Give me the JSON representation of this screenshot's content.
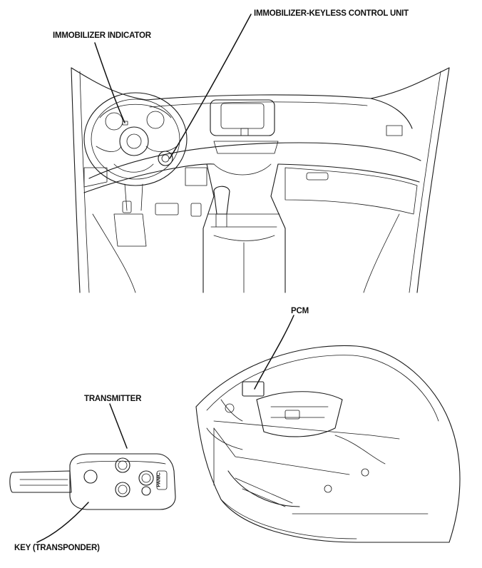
{
  "labels": {
    "immobilizer_control_unit": "IMMOBILIZER-KEYLESS CONTROL UNIT",
    "immobilizer_indicator": "IMMOBILIZER INDICATOR",
    "pcm": "PCM",
    "transmitter": "TRANSMITTER",
    "key_transponder": "KEY (TRANSPONDER)",
    "panic_button": "PANIC"
  },
  "colors": {
    "line": "#1a1a1a",
    "background": "#ffffff"
  }
}
